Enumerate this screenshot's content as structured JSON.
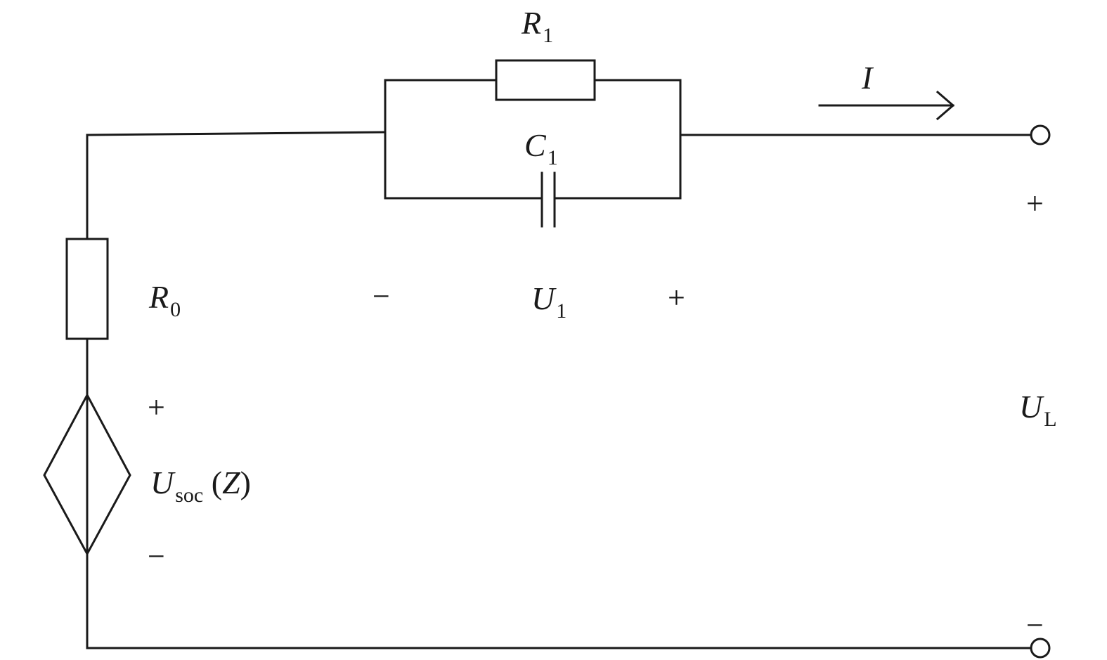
{
  "labels": {
    "r1": {
      "symbol": "R",
      "sub": "1"
    },
    "c1": {
      "symbol": "C",
      "sub": "1"
    },
    "r0": {
      "symbol": "R",
      "sub": "0"
    },
    "u1": {
      "symbol": "U",
      "sub": "1"
    },
    "usoc": {
      "symbol": "U",
      "sub": "soc",
      "arg_open": "(",
      "arg": "Z",
      "arg_close": ")"
    },
    "ul": {
      "symbol": "U",
      "sub": "L"
    },
    "current": "I"
  },
  "signs": {
    "u1_minus": "−",
    "u1_plus": "+",
    "source_plus": "+",
    "source_minus": "−",
    "ul_plus": "+",
    "ul_minus": "−"
  }
}
